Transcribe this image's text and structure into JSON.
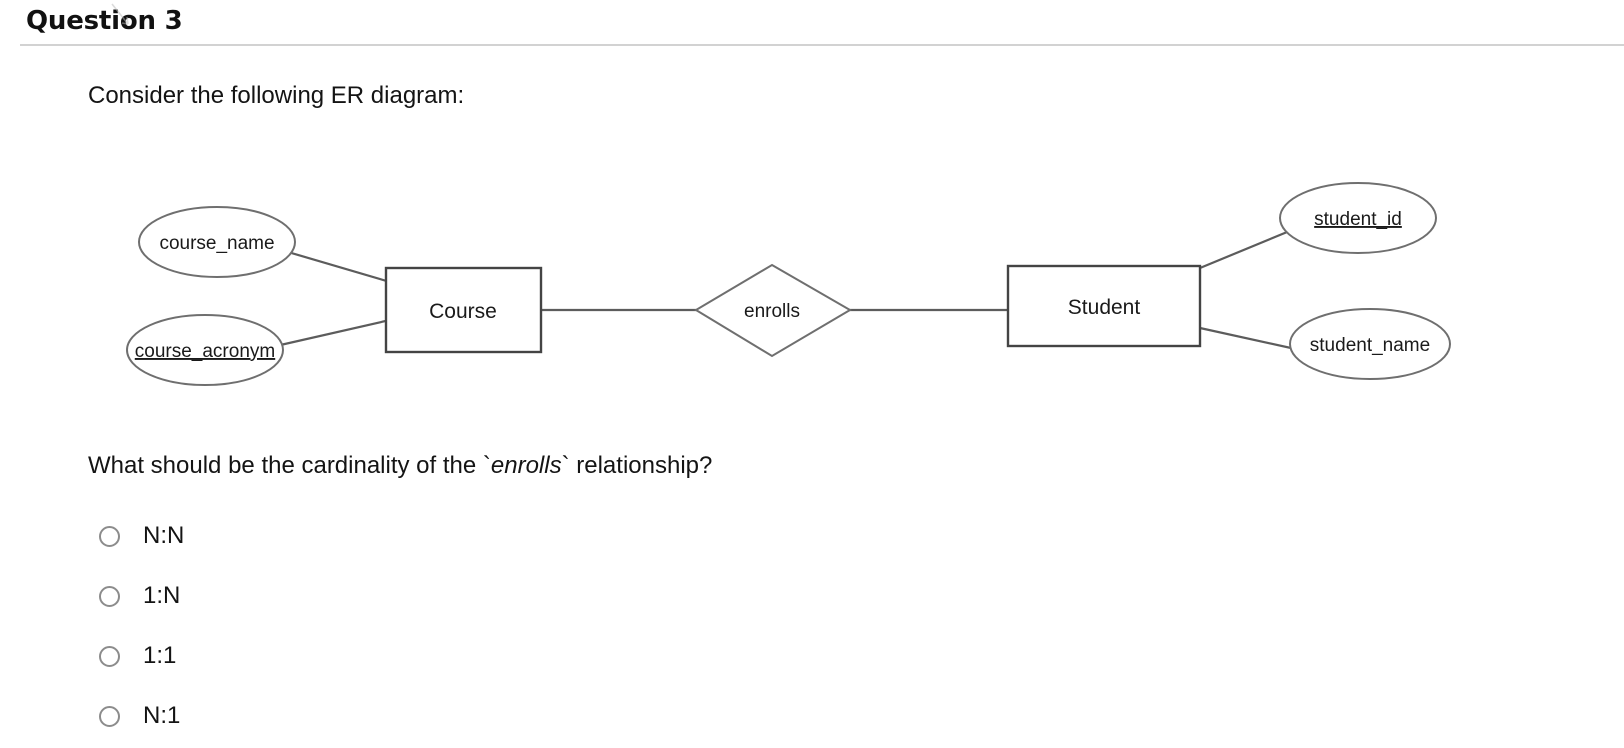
{
  "header": {
    "title": "Question 3"
  },
  "prompt": {
    "intro": "Consider the following ER diagram:",
    "question_prefix": "What should be the cardinality of the `",
    "question_italic": "enrolls",
    "question_suffix": "` relationship?"
  },
  "diagram": {
    "entities": [
      {
        "name": "Course",
        "label": "Course"
      },
      {
        "name": "Student",
        "label": "Student"
      }
    ],
    "relationship": {
      "label": "enrolls"
    },
    "attributes": [
      {
        "label": "course_name",
        "key": false,
        "entity": "Course"
      },
      {
        "label": "course_acronym",
        "key": true,
        "entity": "Course"
      },
      {
        "label": "student_id",
        "key": true,
        "entity": "Student"
      },
      {
        "label": "student_name",
        "key": false,
        "entity": "Student"
      }
    ]
  },
  "options": [
    {
      "label": "N:N",
      "selected": false
    },
    {
      "label": "1:N",
      "selected": false
    },
    {
      "label": "1:1",
      "selected": false
    },
    {
      "label": "N:1",
      "selected": false
    }
  ],
  "colors": {
    "rule": "#d2d2d2",
    "shape_stroke": "#6f6f6f",
    "box_stroke": "#444444",
    "text": "#141414"
  }
}
